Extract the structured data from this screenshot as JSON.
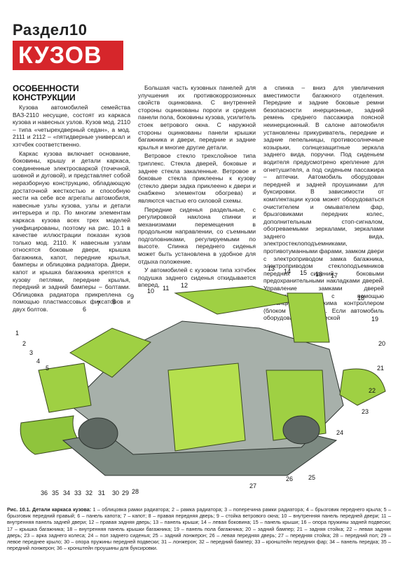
{
  "section": {
    "label": "Раздел10",
    "title": "КУЗОВ"
  },
  "article": {
    "heading": "ОСОБЕННОСТИ КОНСТРУКЦИИ",
    "col1": [
      "Кузова автомобилей семейства ВАЗ-2110 несущие, состоят из каркаса кузова и навесных узлов. Кузов мод. 2110 – типа «четырехдверный седан», а мод. 2111 и 2112 – «пятидверные универсал и хэтчбек соответственно.",
      "Каркас кузова включает основание, боковины, крышу и детали каркаса, соединенные электросваркой (точечной, шовной и дуговой), и представляет собой неразборную конструкцию, обладающую достаточной жесткостью и способную нести на себе все агрегаты автомобиля, навесные узлы кузова, узлы и детали интерьера и пр. По многим элементам каркаса кузова всех трех моделей унифицированы, поэтому на рис. 10.1 в качестве иллюстрации показан кузов только мод. 2110. К навесным узлам относятся боковые двери, крышка багажника, капот, передние крылья, бамперы и облицовка радиатора. Двери, капот и крышка багажника крепятся к кузову петлями, передние крылья, передний и задний бамперы – болтами. Облицовка радиатора прикреплена с помощью пластмассовых фиксаторов и двух болтов."
    ],
    "col2": [
      "Большая часть кузовных панелей для улучшения их противокоррозионных свойств оцинкована. С внутренней стороны оцинкованы пороги и средняя панели пола, боковины кузова, усилитель стоек ветрового окна. С наружной стороны оцинкованы панели крышки багажника и двери, передние и задние крылья и многие другие детали.",
      "Ветровое стекло трехслойное типа триплекс. Стекла дверей, боковые и заднее стекла закаленные. Ветровое и боковые стекла приклеены к кузову (стекло двери задка приклеено к двери и снабжено элементом обогрева) и являются частью его силовой схемы.",
      "Передние сиденья раздельные, с регулировкой наклона спинки и механизмами перемещения в продольном направлении, со съемными подголовниками, регулируемыми по высоте. Спинка переднего сиденья может быть установлена в удобное для отдыха положение.",
      "У автомобилей с кузовом типа хэтчбек подушка заднего сиденья откидывается вперед,"
    ],
    "col3": [
      "а спинка – вниз для увеличения вместимости багажного отделения. Передние и задние боковые ремни безопасности инерционные, задний ремень среднего пассажира поясной неинерционный. В салоне автомобиля установлены прикуриватель, передние и задние пепельницы, противосолнечные козырьки, солнцезащитные зеркала заднего вида, поручни. Под сиденьем водителя предусмотрено крепление для огнетушителя, а под сиденьем пассажира – аптечки. Автомобиль оборудован передней и задней проушинами для буксировки. В зависимости от комплектации кузов может оборудоваться очистителем и омывателем фар, брызговиками передних колес, дополнительным стоп-сигналом, обогреваемыми зеркалами, зеркалами заднего вида, электростеклоподъемниками, противотуманными фарами, замком двери с электроприводом замка багажника, электроприводом стеклоподъемников передних сидений, боковыми предохранительными накладками дверей. Управление замками дверей осуществляется с помощью дистанционного режима контроллером (блоком управления). Если автомобиль оборудован климатической"
    ]
  },
  "figure": {
    "callouts_top": [
      "1",
      "2",
      "3",
      "4",
      "5",
      "6",
      "7",
      "8",
      "9",
      "10",
      "11",
      "12",
      "13",
      "14",
      "15",
      "16",
      "17",
      "18",
      "19",
      "20",
      "21",
      "22",
      "23",
      "24"
    ],
    "callouts_bottom": [
      "25",
      "26",
      "27",
      "28",
      "29",
      "30",
      "31",
      "32",
      "33",
      "34",
      "35",
      "36"
    ],
    "caption_label": "Рис. 10.1. Детали каркаса кузова:",
    "caption_text": "1 – облицовка рамки радиатора; 2 – рамка радиатора; 3 – поперечина рамки радиатора; 4 – брызговик переднего крыла; 5 – брызговик передний правый; 6 – панель капота; 7 – капот; 8 – правая передняя дверь; 9 – стойка ветрового окна; 10 – внутренняя панель передней двери; 11 – внутренняя панель задней двери; 12 – правая задняя дверь; 13 – панель крыши; 14 – левая боковина; 15 – панель крыши; 16 – опора пружины задней подвески; 17 – крышка багажника; 18 – внутренняя панель крышки багажника; 19 – панель пола багажника; 20 – задний бампер; 21 – задняя стойка; 22 – левая задняя дверь; 23 – арка заднего колеса; 24 – пол заднего сиденья; 25 – задний лонжерон; 26 – левая передняя дверь; 27 – передняя стойка; 28 – передний пол; 29 – левое переднее крыло; 30 – опора пружины передней подвески; 31 – лонжерон; 32 – передний бампер; 33 – кронштейн передних фар; 34 – панель передка; 35 – передний лонжерон; 36 – кронштейн проушины для буксировки."
  }
}
